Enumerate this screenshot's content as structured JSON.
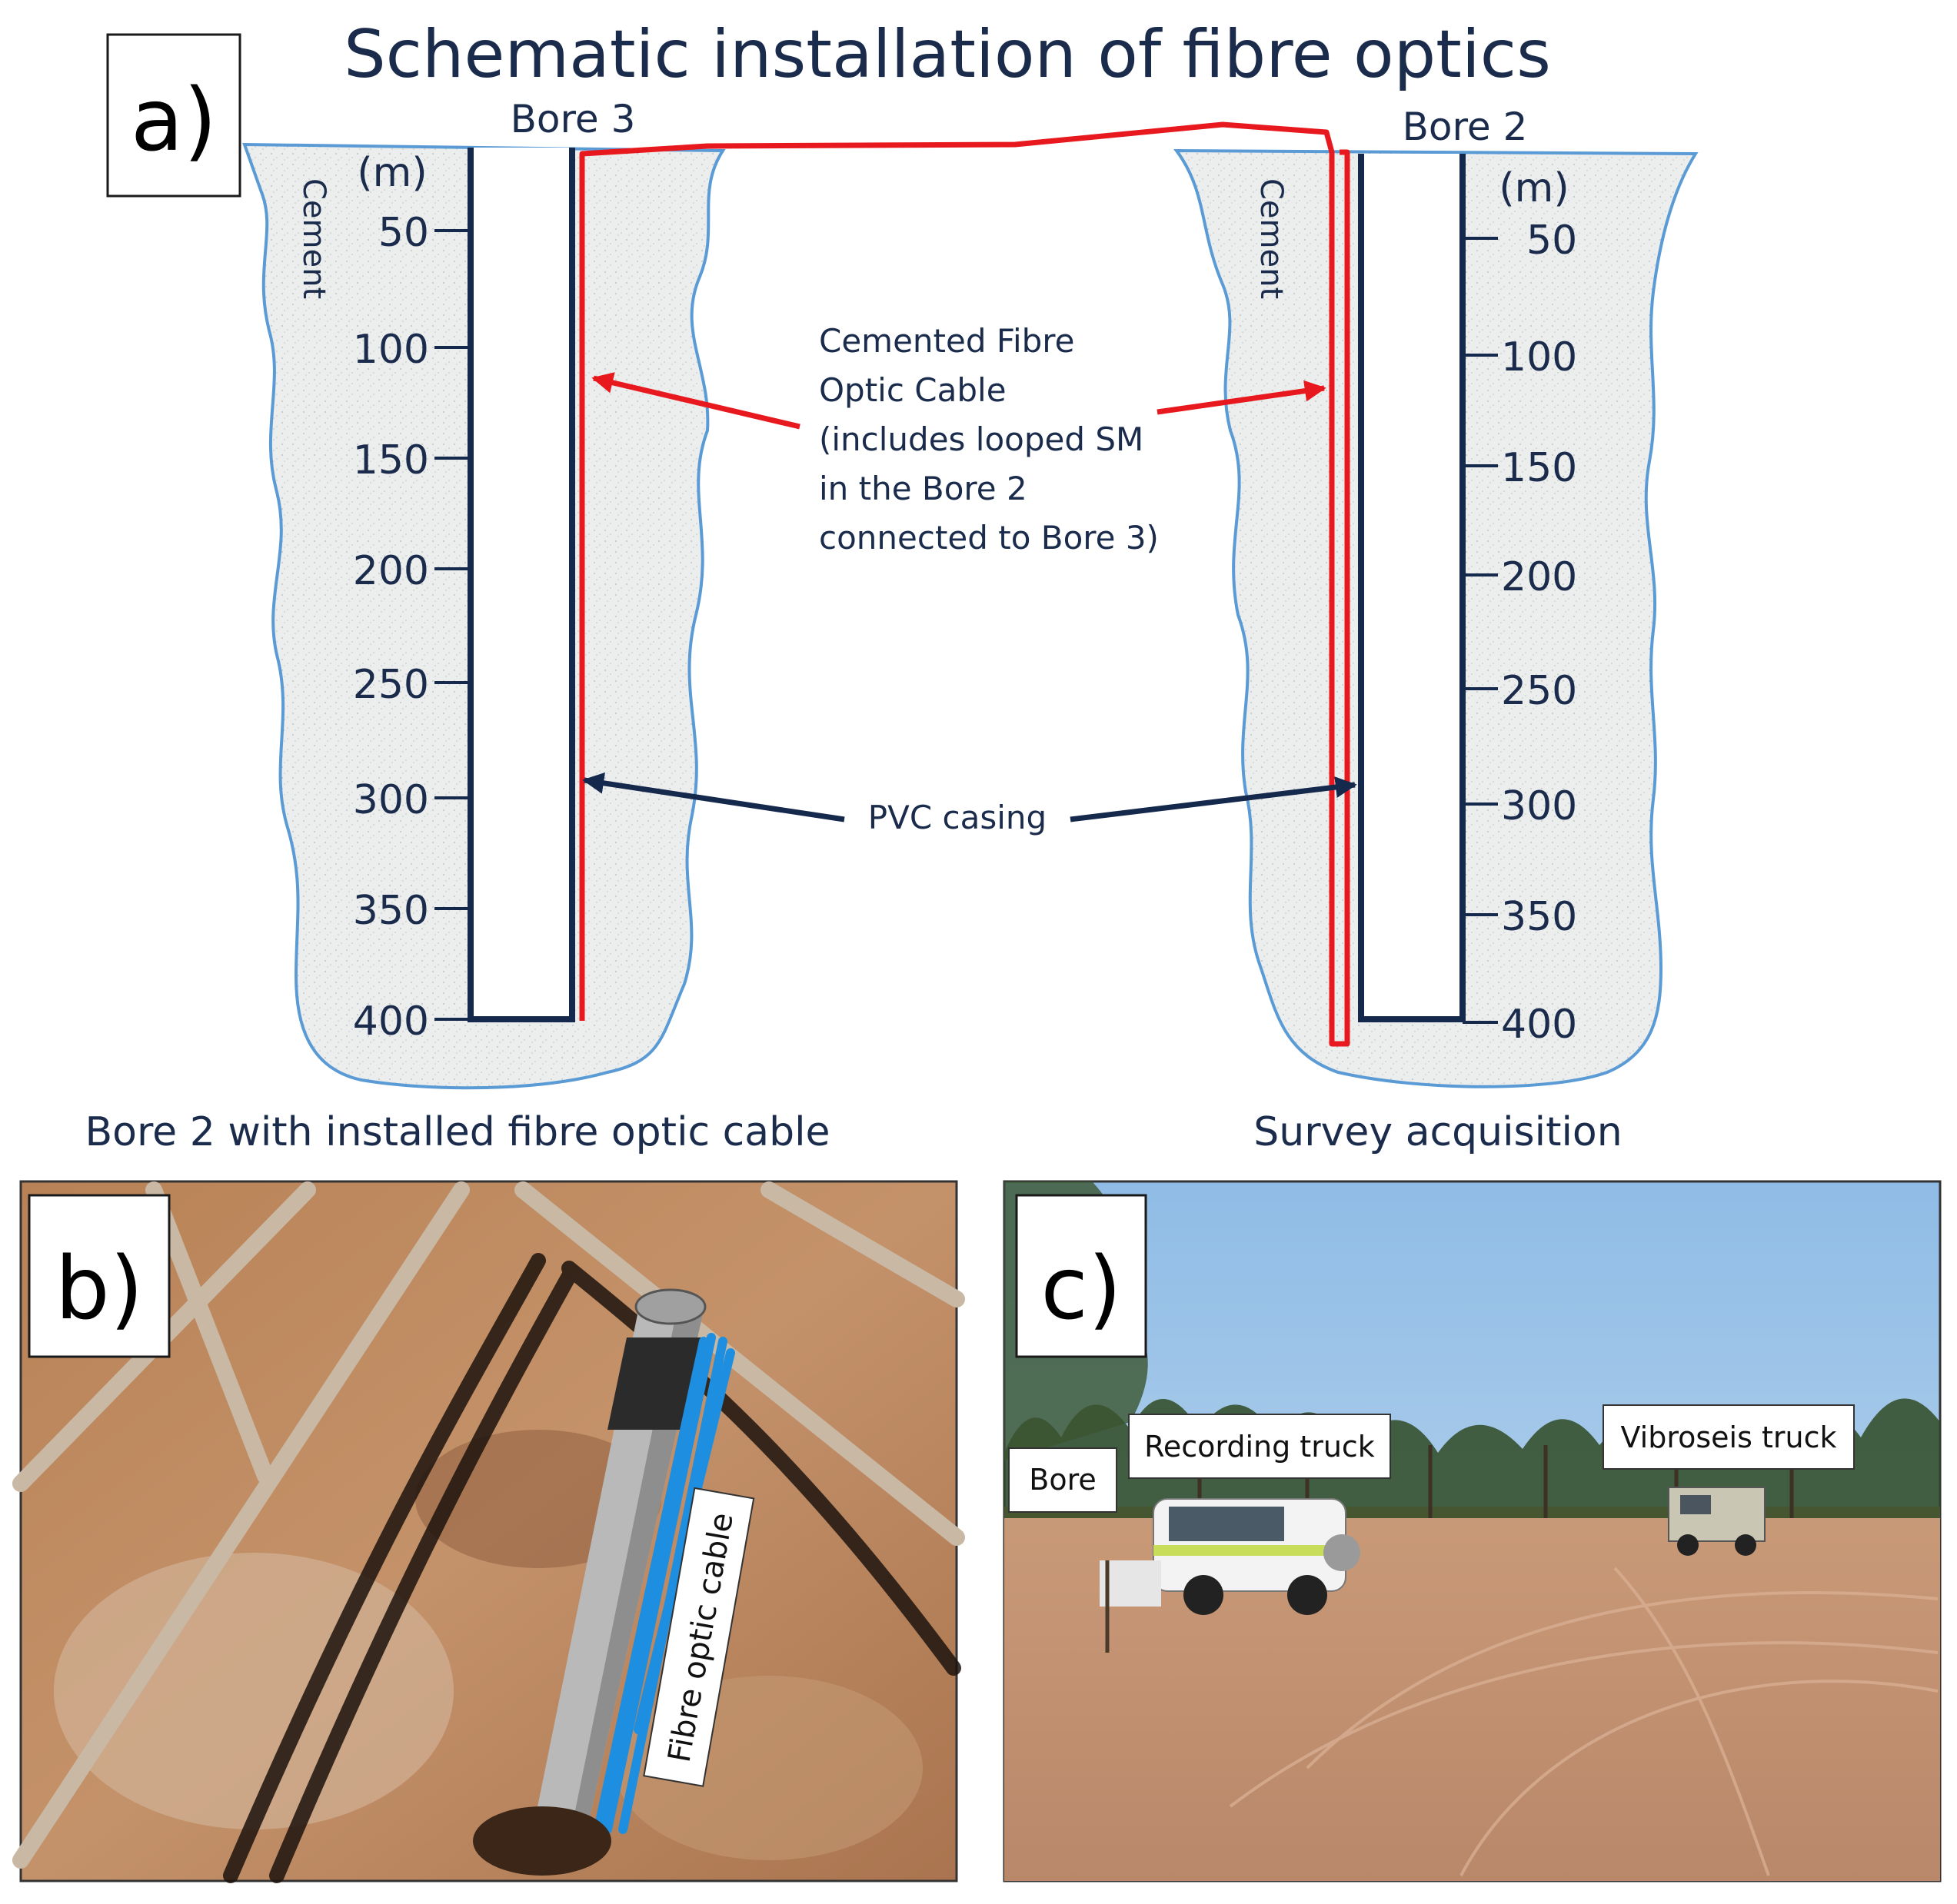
{
  "title": "Schematic installation of fibre optics",
  "panel_a": {
    "label": "a)",
    "bore_left": {
      "name": "Bore 3",
      "unit": "(m)",
      "cement_label": "Cement"
    },
    "bore_right": {
      "name": "Bore 2",
      "unit": "(m)",
      "cement_label": "Cement"
    },
    "depth_ticks": [
      "50",
      "100",
      "150",
      "200",
      "250",
      "300",
      "350",
      "400"
    ],
    "fibre_label_lines": [
      "Cemented Fibre",
      "Optic Cable",
      "(includes looped SM",
      "in the Bore 2",
      "connected to Bore 3)"
    ],
    "casing_label": "PVC casing",
    "colors": {
      "casing": "#15294d",
      "fibre": "#e8191e",
      "cement_outline": "#5b9bd5",
      "cement_fill": "#eceeee"
    }
  },
  "panel_b": {
    "caption": "Bore 2 with installed fibre optic cable",
    "label": "b)",
    "annotation": "Fibre optic cable"
  },
  "panel_c": {
    "caption": "Survey acquisition",
    "label": "c)",
    "annotations": {
      "bore": "Bore",
      "recording_truck": "Recording truck",
      "vibroseis_truck": "Vibroseis truck"
    }
  }
}
